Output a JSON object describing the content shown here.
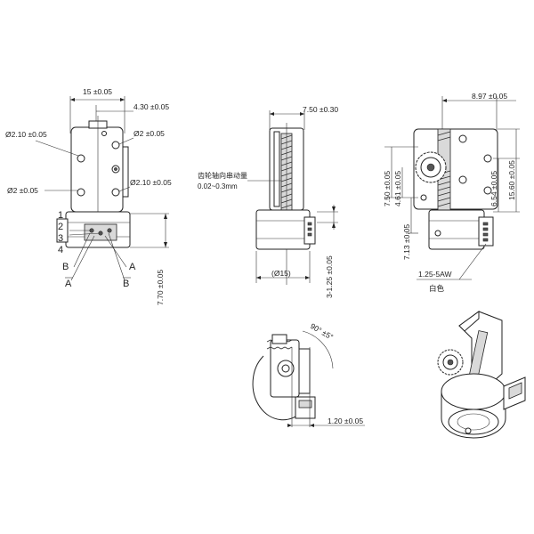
{
  "front": {
    "dim_width": "15 ±0.05",
    "dim_offset": "4.30 ±0.05",
    "dim_hole_top_left": "Ø2.10 ±0.05",
    "dim_hole_top_right": "Ø2 ±0.05",
    "dim_hole_bottom_right": "Ø2.10 ±0.05",
    "dim_hole_bottom_left": "Ø2 ±0.05",
    "dim_height": "7.70 ±0.05",
    "pins": [
      "1",
      "2",
      "3",
      "4"
    ],
    "phase_b_left": "B",
    "phase_a_left": "A",
    "phase_a_right": "A",
    "phase_b_right": "B"
  },
  "side": {
    "dim_top": "7.50 ±0.30",
    "note_cn": "齿轮轴向串动量",
    "note_val": "0.02~0.3mm",
    "dim_dia": "(Ø15)",
    "dim_right": "3-1.25 ±0.05"
  },
  "right": {
    "dim_top": "8.97 ±0.05",
    "dim_750": "7.50 ±0.05",
    "dim_461": "4.61 ±0.05",
    "dim_713": "7.13 ±0.05",
    "dim_654": "6.54 ±0.05",
    "dim_1560": "15.60 ±0.05",
    "connector": "1.25-5AW",
    "color_cn": "白色"
  },
  "bottom": {
    "dim_angle": "90° ±5°",
    "dim_120": "1.20 ±0.05"
  }
}
